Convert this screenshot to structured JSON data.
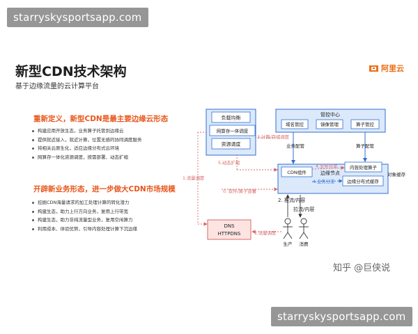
{
  "watermark_top": "starryskysportsapp.com",
  "watermark_bottom": "starryskysportsapp.com",
  "title": "新型CDN技术架构",
  "subtitle": "基于边缘流量的云计算平台",
  "logo_text": "阿里云",
  "section1": {
    "heading": "重新定义，新型CDN是最主要边缘云形态",
    "bullets": [
      "构建应用开放生态，业务算子托管到边缘云",
      "提供就近接入，就近计算，位置无感的协同调度服务",
      "将相关云原生化，适应边缘分布式云环境",
      "网算存一体化资源调度，按需部署、动态扩缩"
    ]
  },
  "section2": {
    "heading": "开辟新业务形态，进一步做大CDN市场规模",
    "bullets": [
      "挖掘CDN海量请求的加工处理计算的转化潜力",
      "构建生态，助力上行方向业务，复用上行带宽",
      "构建生态，助力非纯流量型业务，复用空闲算力",
      "利用成本、体验优势，引导内容处理计算下沉边缘"
    ]
  },
  "diagram": {
    "left_stack": [
      "负载均衡",
      "网算存一体调度",
      "资源调度"
    ],
    "mgmt_center": "管控中心",
    "mgmt_items": [
      "域名管控",
      "镜像管理",
      "算子管控"
    ],
    "business_config": "业务配管",
    "operator_config": "算子配管",
    "cdn_component": "CDN组件",
    "edge_node": "边缘节点",
    "content_operator": "内容处理算子",
    "edge_cache": "边缘分布式缓存",
    "object_cache": "对象缓存",
    "dns_line1": "DNS",
    "dns_line2": "HTTPDNS",
    "producer": "生产",
    "consumer": "消费",
    "labels": {
      "compute_schedule": "3.计算/存储调度",
      "dynamic_scale": "5.动态扩缩",
      "business_shunt1": "4.业务分流",
      "business_shunt2": "4.业务分流",
      "software_deploy": "0. 软件/算子部署",
      "flow_schedule_v": "1.流量调度",
      "flow_schedule_h": "1.流量调度",
      "push_content": "2. 推流/内容",
      "pull_content": "拉流/内容"
    }
  },
  "footer_signature": "知乎 @巨侠说",
  "colors": {
    "accent_orange": "#e8561c",
    "diagram_blue": "#2f6fd0",
    "light_blue_fill": "#dce9fb",
    "dashed_red": "#d86a6a"
  }
}
